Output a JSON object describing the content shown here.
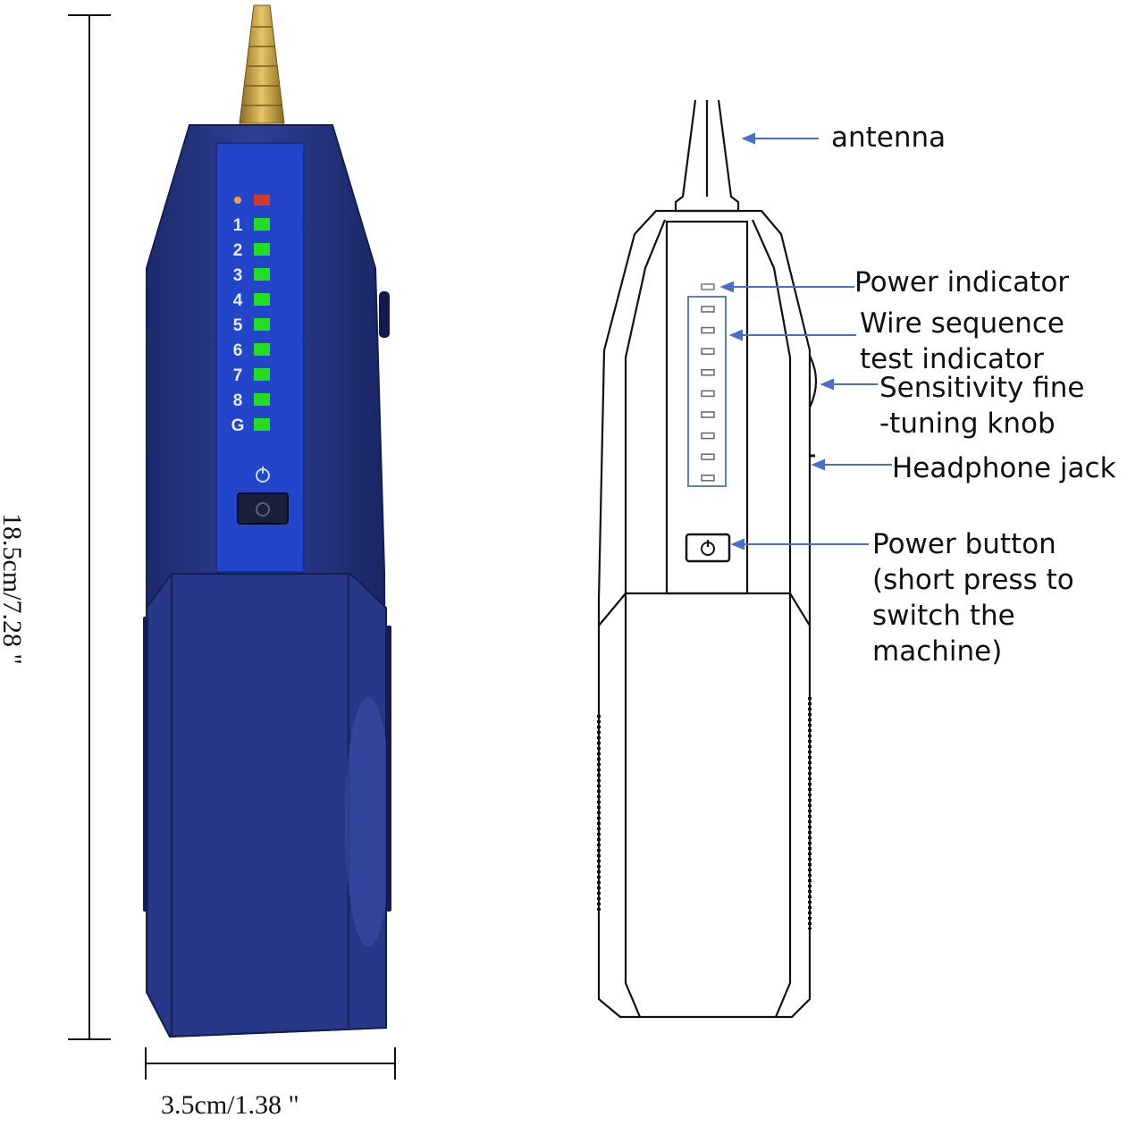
{
  "dimensions": {
    "height": "18.5cm/7.28 \"",
    "width": "3.5cm/1.38 \""
  },
  "product": {
    "body_color": "#2b3a8c",
    "antenna_color": "#c9a246",
    "led_on_color": "#22dd22",
    "power_led_color": "#d23a2a",
    "led_labels": [
      "1",
      "2",
      "3",
      "4",
      "5",
      "6",
      "7",
      "8",
      "G"
    ],
    "icons": [
      "power-icon"
    ]
  },
  "callouts": {
    "antenna": "antenna",
    "power_indicator": "Power indicator",
    "wire_sequence": "Wire sequence\ntest indicator",
    "sensitivity": "Sensitivity fine\n-tuning knob",
    "headphone": "Headphone jack",
    "power_button": "Power button\n(short press to\nswitch the machine)"
  },
  "colors": {
    "arrow": "#4a6ec9"
  }
}
